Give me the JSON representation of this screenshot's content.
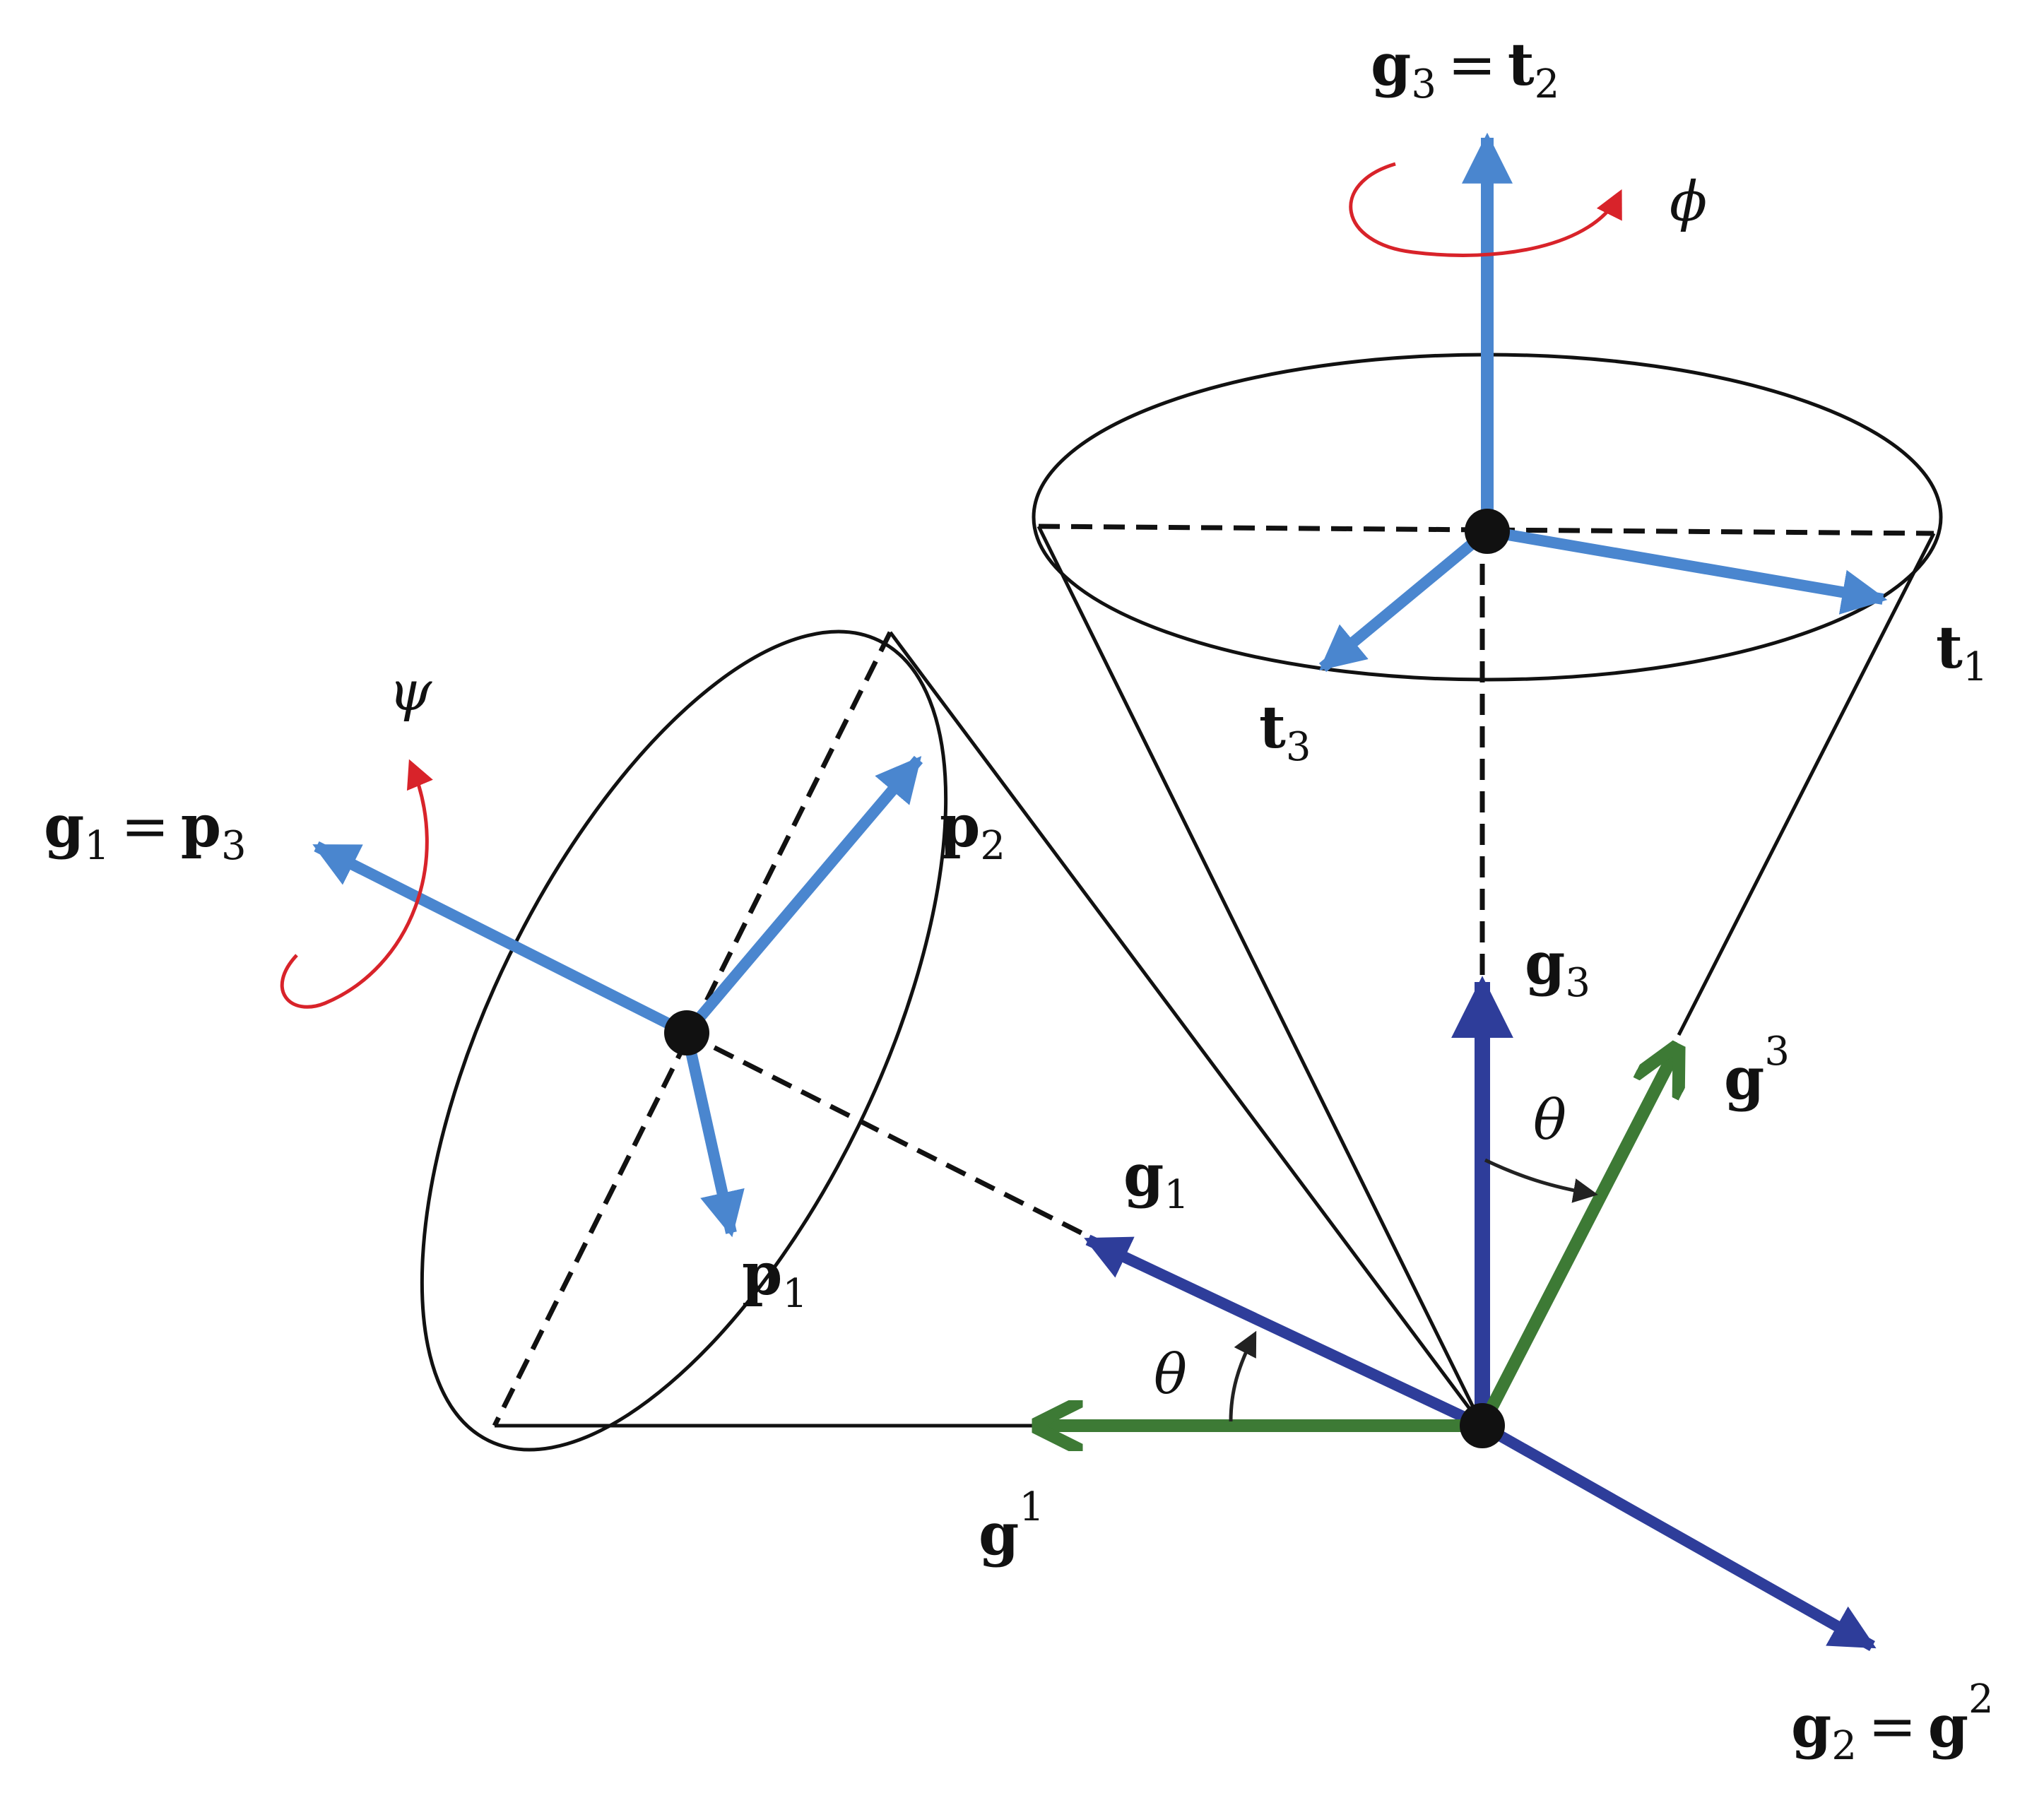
{
  "colors": {
    "light_blue": "#4a86cf",
    "dark_blue": "#2e3d9a",
    "green": "#3d7a35",
    "red": "#d8232a",
    "black": "#111111"
  },
  "labels": {
    "top_axis": {
      "base1": "g",
      "sub1": "3",
      "op": "=",
      "base2": "t",
      "sub2": "2"
    },
    "left_axis": {
      "base1": "g",
      "sub1": "1",
      "op": "=",
      "base2": "p",
      "sub2": "3"
    },
    "bottom_right": {
      "base1": "g",
      "sub1": "2",
      "op": "=",
      "base2": "g",
      "sup2": "2"
    },
    "t1": {
      "base": "t",
      "sub": "1"
    },
    "t3": {
      "base": "t",
      "sub": "3"
    },
    "p1": {
      "base": "p",
      "sub": "1"
    },
    "p2": {
      "base": "p",
      "sub": "2"
    },
    "g1_lower": {
      "base": "g",
      "sub": "1"
    },
    "g3_lower": {
      "base": "g",
      "sub": "3"
    },
    "g1_upper": {
      "base": "g",
      "sup": "1"
    },
    "g3_upper": {
      "base": "g",
      "sup": "3"
    },
    "phi": "ϕ",
    "psi": "ψ",
    "theta_right": "θ",
    "theta_left": "θ"
  }
}
